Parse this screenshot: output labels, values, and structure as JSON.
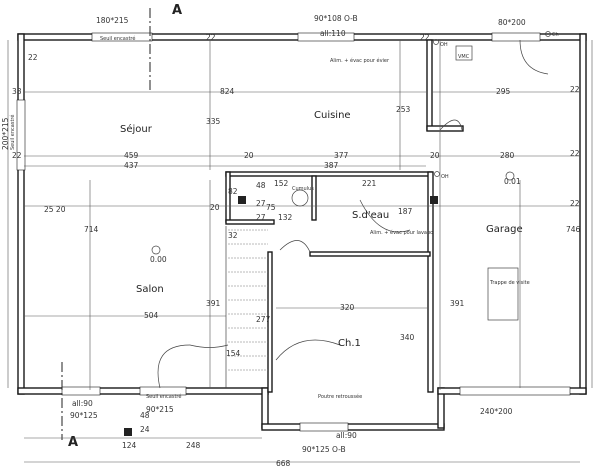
{
  "rooms": {
    "sejour": "Séjour",
    "cuisine": "Cuisine",
    "salon": "Salon",
    "sdeau": "S.d'eau",
    "garage": "Garage",
    "ch1": "Ch.1"
  },
  "section_marker": "A",
  "openings": {
    "top_left_window": "180*215",
    "top_door": "90*108 O-B",
    "top_right_window": "80*200",
    "left_window": "200*215",
    "bottom_window": "90*215",
    "bottom_left_window": "90*125",
    "bottom_ch_window": "90*125 O-B",
    "bottom_garage_door": "240*200",
    "all_110": "all:110",
    "all_90_left": "all:90",
    "all_90_ch": "all:90",
    "seuil_top": "Seuil encastré",
    "seuil_bottom": "Seuil encastré",
    "seuil_left": "Seuil encastré"
  },
  "fixtures": {
    "cumulus": "Cumulus",
    "vmc": "VMC",
    "trappe": "Trappe de visite",
    "poutre": "Poutre retroussée",
    "alim_evac_cuisine": "Alim. + évac pour évier",
    "alim_evac_sde": "Alim. + évac pour lavabo",
    "level_salon": "0.00",
    "level_garage": "0.01",
    "oh1": "OH",
    "oh2": "OH",
    "ch_label": "Ch"
  },
  "dimensions": {
    "d22_a": "22",
    "d22_b": "22",
    "d22_c": "22",
    "d22_d": "22",
    "d22_e": "22",
    "d22_f": "22",
    "d22_g": "22",
    "d38": "38",
    "d824": "824",
    "d295": "295",
    "d253": "253",
    "d335": "335",
    "d459": "459",
    "d437": "437",
    "d20_a": "20",
    "d377": "377",
    "d20_b": "20",
    "d280": "280",
    "d387": "387",
    "d714": "714",
    "d746": "746",
    "d504": "504",
    "d391_a": "391",
    "d320": "320",
    "d391_b": "391",
    "d340": "340",
    "d277": "277",
    "d154": "154",
    "d152": "152",
    "d221": "221",
    "d187": "187",
    "d82": "82",
    "d48_a": "48",
    "d27_a": "27",
    "d27_b": "27",
    "d75": "75",
    "d132": "132",
    "d32": "32",
    "d20_c": "20",
    "d2520": "25 20",
    "d248": "248",
    "d668": "668",
    "d24": "24",
    "d48_b": "48",
    "d124": "124"
  }
}
